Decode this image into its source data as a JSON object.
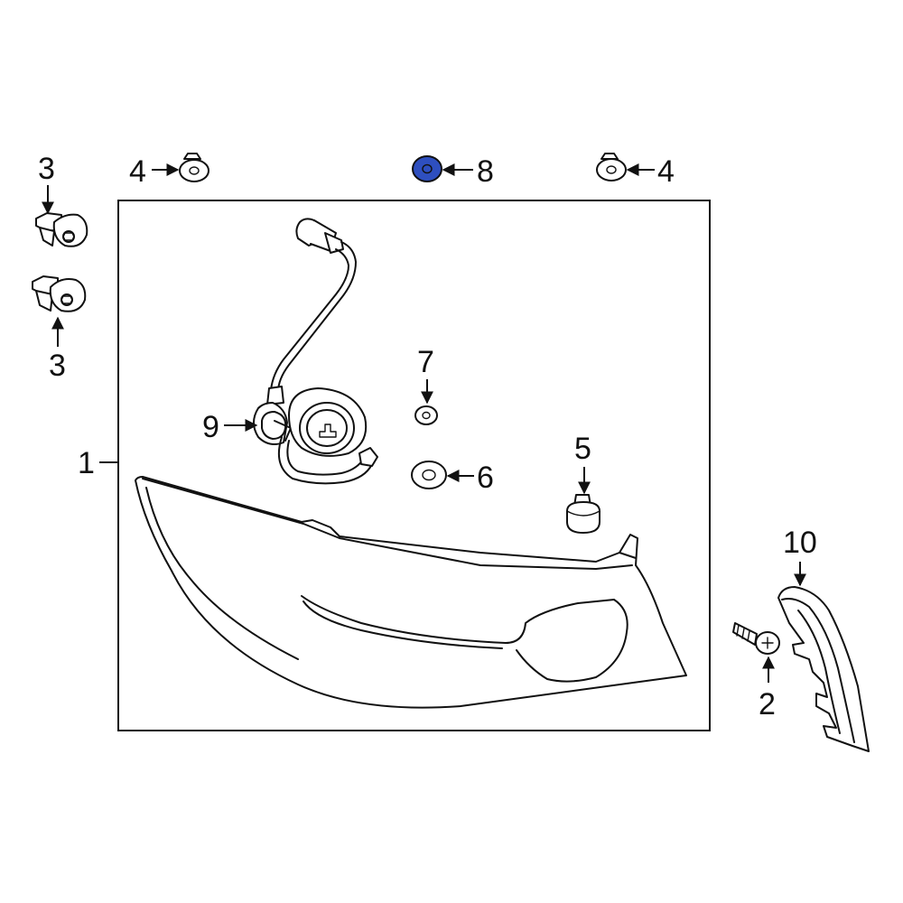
{
  "diagram": {
    "callouts": {
      "c1": "1",
      "c2": "2",
      "c3_top": "3",
      "c3_bottom": "3",
      "c4_left": "4",
      "c4_right": "4",
      "c5": "5",
      "c6": "6",
      "c7": "7",
      "c8": "8",
      "c9": "9",
      "c10": "10"
    },
    "highlight_color": "#2e4fbf",
    "highlighted_part": "8"
  }
}
